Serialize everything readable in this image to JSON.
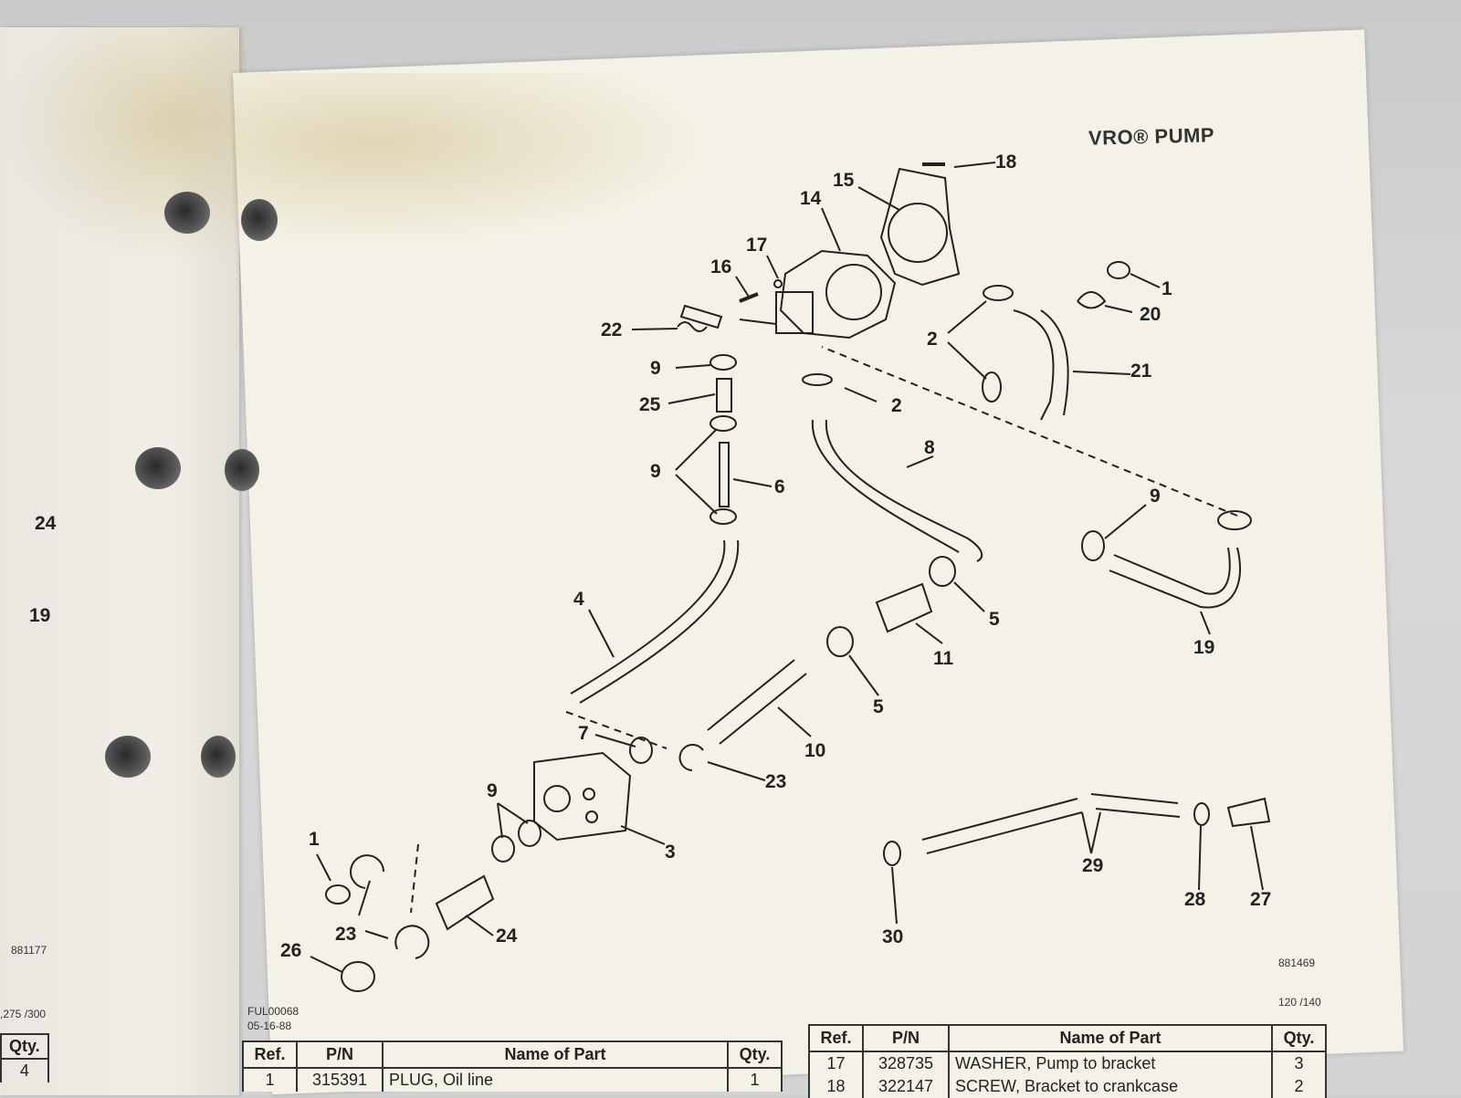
{
  "page_title": "VRO® PUMP",
  "figure_code": "881469",
  "model_code": "120 /140",
  "doc_code": "FUL00068",
  "doc_date": "05-16-88",
  "left_page": {
    "figure_code": "881177",
    "model_code": ",275 /300",
    "qty_header": "Qty.",
    "qty_values": [
      "4"
    ],
    "callouts": [
      "24",
      "19"
    ]
  },
  "callouts": [
    "18",
    "15",
    "14",
    "17",
    "16",
    "1",
    "20",
    "22",
    "2",
    "21",
    "9",
    "25",
    "2",
    "8",
    "9",
    "6",
    "9",
    "19",
    "4",
    "11",
    "5",
    "5",
    "10",
    "7",
    "23",
    "3",
    "9",
    "1",
    "23",
    "24",
    "26",
    "29",
    "28",
    "27",
    "30"
  ],
  "table_left": {
    "headers": [
      "Ref.",
      "P/N",
      "Name of Part",
      "Qty."
    ],
    "rows": [
      {
        "ref": "1",
        "pn": "315391",
        "name": "PLUG, Oil line",
        "qty": "1"
      }
    ]
  },
  "table_right": {
    "headers": [
      "Ref.",
      "P/N",
      "Name of Part",
      "Qty."
    ],
    "rows": [
      {
        "ref": "17",
        "pn": "328735",
        "name": "WASHER, Pump to bracket",
        "qty": "3"
      },
      {
        "ref": "18",
        "pn": "322147",
        "name": "SCREW, Bracket to crankcase",
        "qty": "2"
      }
    ]
  }
}
